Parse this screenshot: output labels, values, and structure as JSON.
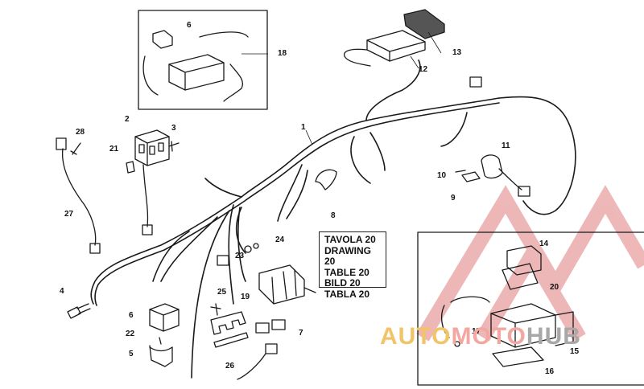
{
  "callouts": [
    "1",
    "2",
    "3",
    "4",
    "5",
    "6",
    "6",
    "7",
    "8",
    "9",
    "10",
    "11",
    "12",
    "13",
    "14",
    "15",
    "16",
    "17",
    "18",
    "19",
    "20",
    "20",
    "21",
    "22",
    "23",
    "24",
    "25",
    "26",
    "27",
    "28"
  ],
  "reference_box": [
    "TAVOLA 20",
    "DRAWING 20",
    "TABLE 20",
    "BILD 20",
    "TABLA 20"
  ],
  "watermark": {
    "part1": "AUTO",
    "part2": "MOTO",
    "part3": "HUB"
  },
  "colors": {
    "line": "#1a1a1a",
    "watermark_red": "#e8a0a0",
    "watermark_yellow": "#f2c46a",
    "watermark_grey": "#a8a8a8"
  }
}
